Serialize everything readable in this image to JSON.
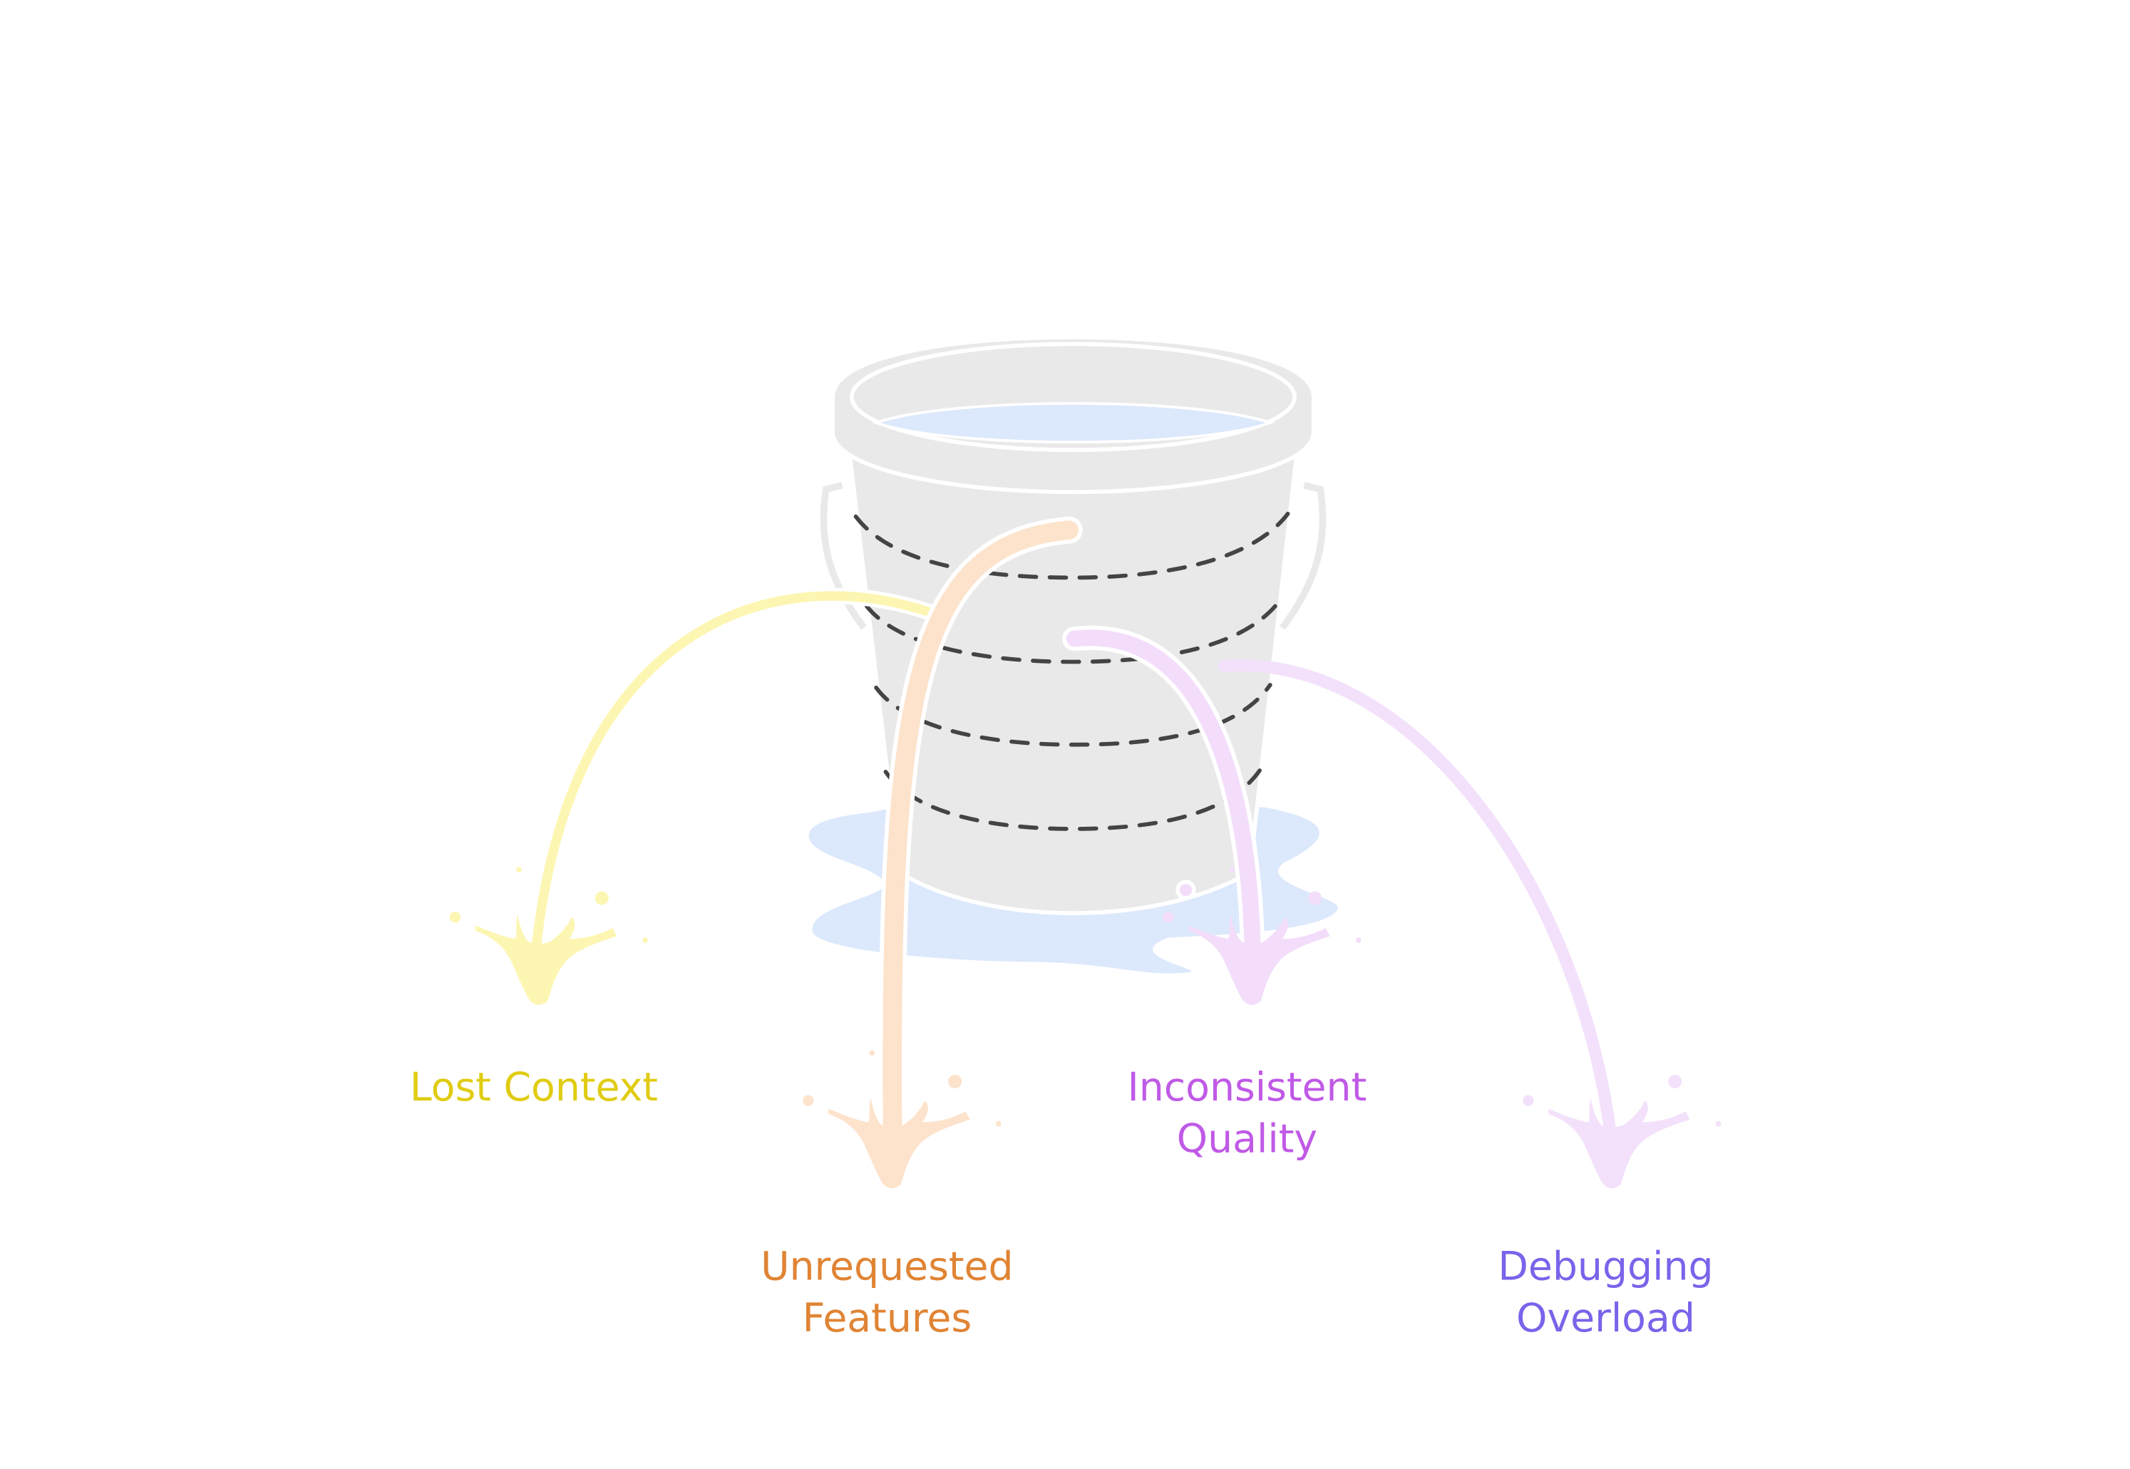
{
  "diagram": {
    "labels": {
      "lost_context": "Lost Context",
      "inconsistent_line1": "Inconsistent",
      "inconsistent_line2": "Quality",
      "unrequested_line1": "Unrequested",
      "unrequested_line2": "Features",
      "debugging_line1": "Debugging",
      "debugging_line2": "Overload"
    },
    "colors": {
      "bucket": "#e9e9e9",
      "water": "#dce8fc",
      "dash": "#444444",
      "lost_context_stream": "#fdf6b3",
      "lost_context_text": "#e0cc12",
      "unrequested_stream": "#fde3cc",
      "unrequested_text": "#e08434",
      "inconsistent_stream": "#f3ddfb",
      "inconsistent_text": "#c05ae6",
      "debugging_stream": "#f3e1fb",
      "debugging_text": "#7b63ea"
    }
  }
}
